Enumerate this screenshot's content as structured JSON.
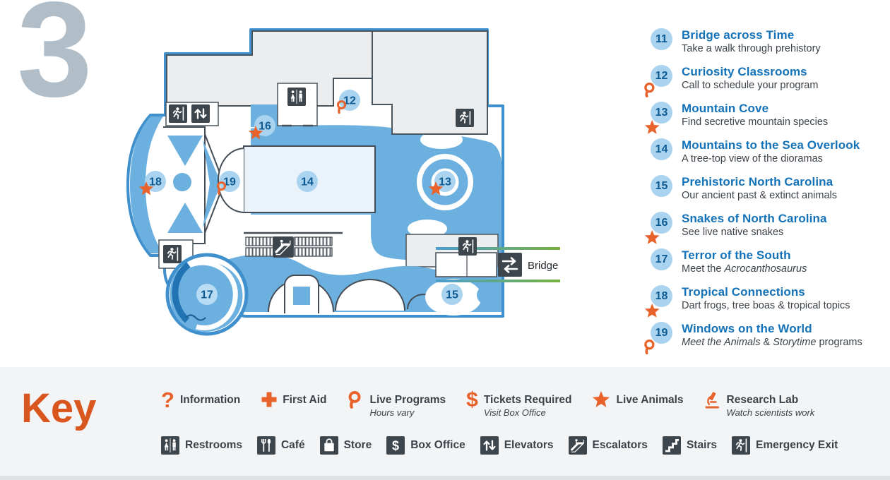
{
  "floor_label": "3",
  "exhibits": [
    {
      "num": "11",
      "title": "Bridge across Time",
      "icon": "none",
      "desc_pre": "Take a walk through prehistory"
    },
    {
      "num": "12",
      "title": "Curiosity Classrooms",
      "icon": "live-programs",
      "desc_pre": "Call to schedule your program"
    },
    {
      "num": "13",
      "title": "Mountain Cove",
      "icon": "live-animals",
      "desc_pre": "Find secretive mountain species"
    },
    {
      "num": "14",
      "title": "Mountains to the Sea Overlook",
      "icon": "none",
      "desc_pre": "A tree-top view of the dioramas"
    },
    {
      "num": "15",
      "title": "Prehistoric North Carolina",
      "icon": "none",
      "desc_pre": "Our ancient past & extinct animals"
    },
    {
      "num": "16",
      "title": "Snakes of North Carolina",
      "icon": "live-animals",
      "desc_pre": "See live native snakes"
    },
    {
      "num": "17",
      "title": "Terror of the South",
      "icon": "none",
      "desc_pre": "Meet the ",
      "desc_it1": "Acrocanthosaurus"
    },
    {
      "num": "18",
      "title": "Tropical Connections",
      "icon": "live-animals",
      "desc_pre": "Dart frogs, tree boas & tropical topics"
    },
    {
      "num": "19",
      "title": "Windows on the World",
      "icon": "live-programs",
      "desc_it1": "Meet the Animals",
      "desc_mid": " & ",
      "desc_it2": "Storytime",
      "desc_post": " programs"
    }
  ],
  "map": {
    "bridge_label": "Bridge",
    "markers": {
      "m12": "12",
      "m13": "13",
      "m14": "14",
      "m15": "15",
      "m16": "16",
      "m17": "17",
      "m18": "18",
      "m19": "19"
    }
  },
  "key": {
    "title": "Key",
    "qmark": "?",
    "dollar": "$",
    "box_dollar": "$",
    "row1": [
      {
        "label": "Information"
      },
      {
        "label": "First Aid"
      },
      {
        "label": "Live Programs",
        "sub": "Hours vary"
      },
      {
        "label": "Tickets Required",
        "sub": "Visit Box Office"
      },
      {
        "label": "Live Animals"
      },
      {
        "label": "Research Lab",
        "sub": "Watch scientists work"
      }
    ],
    "row2": [
      {
        "label": "Restrooms"
      },
      {
        "label": "Café"
      },
      {
        "label": "Store"
      },
      {
        "label": "Box Office"
      },
      {
        "label": "Elevators"
      },
      {
        "label": "Escalators"
      },
      {
        "label": "Stairs"
      },
      {
        "label": "Emergency Exit"
      }
    ]
  },
  "colors": {
    "accent_orange": "#e8632c",
    "key_orange": "#d9571e",
    "map_outline_blue": "#3f90cc",
    "water_blue": "#6cb0e0",
    "marker_fill": "#a9d3ef",
    "marker_text": "#0e5a92",
    "title_blue": "#1472b8",
    "dark_slate": "#3d464d",
    "key_bg": "#f3f4f5",
    "floor_gray": "#b2bec7",
    "bridge_green": "#79b23f",
    "room14_fill": "#eaf2fa"
  }
}
